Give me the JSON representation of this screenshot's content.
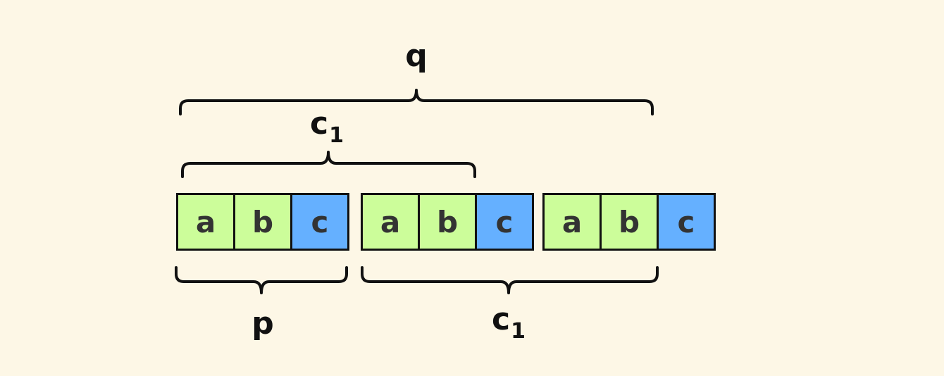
{
  "diagram": {
    "groups": [
      {
        "cells": [
          {
            "text": "a",
            "color": "green"
          },
          {
            "text": "b",
            "color": "green"
          },
          {
            "text": "c",
            "color": "blue"
          }
        ]
      },
      {
        "cells": [
          {
            "text": "a",
            "color": "green"
          },
          {
            "text": "b",
            "color": "green"
          },
          {
            "text": "c",
            "color": "blue"
          }
        ]
      },
      {
        "cells": [
          {
            "text": "a",
            "color": "green"
          },
          {
            "text": "b",
            "color": "green"
          },
          {
            "text": "c",
            "color": "blue"
          }
        ]
      }
    ],
    "labels": {
      "q": {
        "base": "q",
        "sub": ""
      },
      "c1_top": {
        "base": "c",
        "sub": "1"
      },
      "p": {
        "base": "p",
        "sub": ""
      },
      "c1_bottom": {
        "base": "c",
        "sub": "1"
      }
    },
    "colors": {
      "background": "#fdf7e6",
      "green": "#ccfd9a",
      "blue": "#65b0ff",
      "border": "#111111",
      "text": "#333333"
    }
  }
}
